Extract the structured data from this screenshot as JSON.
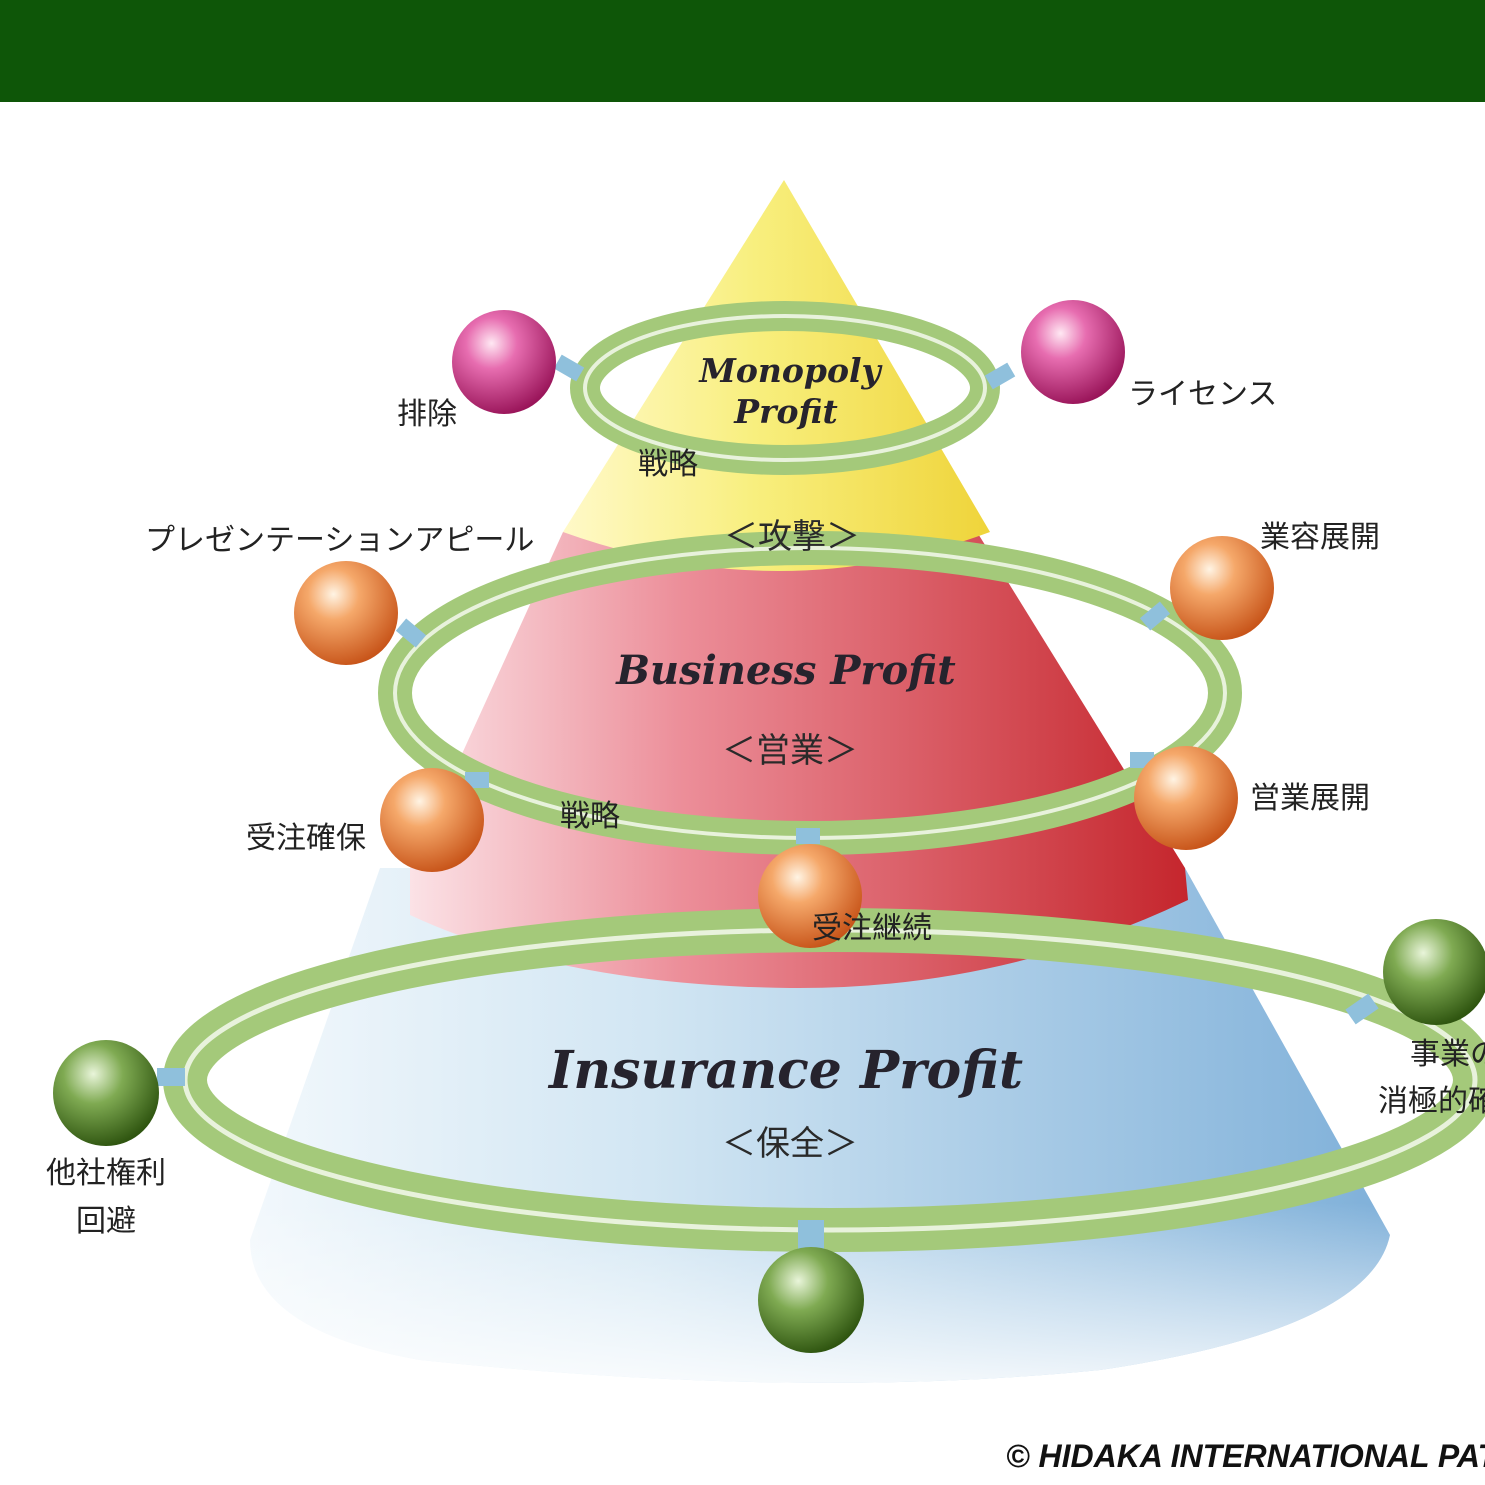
{
  "colors": {
    "header_bar": "#0e5608",
    "monopoly_tier": "#f7ea62",
    "business_tier": "#d23a3f",
    "insurance_tier": "#8fb8dc",
    "ring": "#a4c97a",
    "magenta_node": "#c42e7c",
    "orange_node": "#ea7a2c",
    "green_node": "#4f7e24"
  },
  "pyramid": {
    "monopoly": {
      "title_line1": "Monopoly",
      "title_line2": "Profit",
      "subtitle": "＜攻撃＞",
      "strategy_label": "戦略"
    },
    "business": {
      "title": "Business Profit",
      "subtitle": "＜営業＞",
      "strategy_label": "戦略"
    },
    "insurance": {
      "title": "Insurance Profit",
      "subtitle": "＜保全＞"
    }
  },
  "nodes": {
    "monopoly_left": "排除",
    "monopoly_right": "ライセンス",
    "business_top_left": "プレゼンテーションアピール",
    "business_top_right": "業容展開",
    "business_bottom_left": "受注確保",
    "business_bottom_right": "営業展開",
    "business_bottom_center": "受注継続",
    "insurance_left_line1": "他社権利",
    "insurance_left_line2": "回避",
    "insurance_right_line1": "事業の",
    "insurance_right_line2": "消極的確"
  },
  "footer": {
    "copyright": "© HIDAKA INTERNATIONAL PATENT"
  }
}
